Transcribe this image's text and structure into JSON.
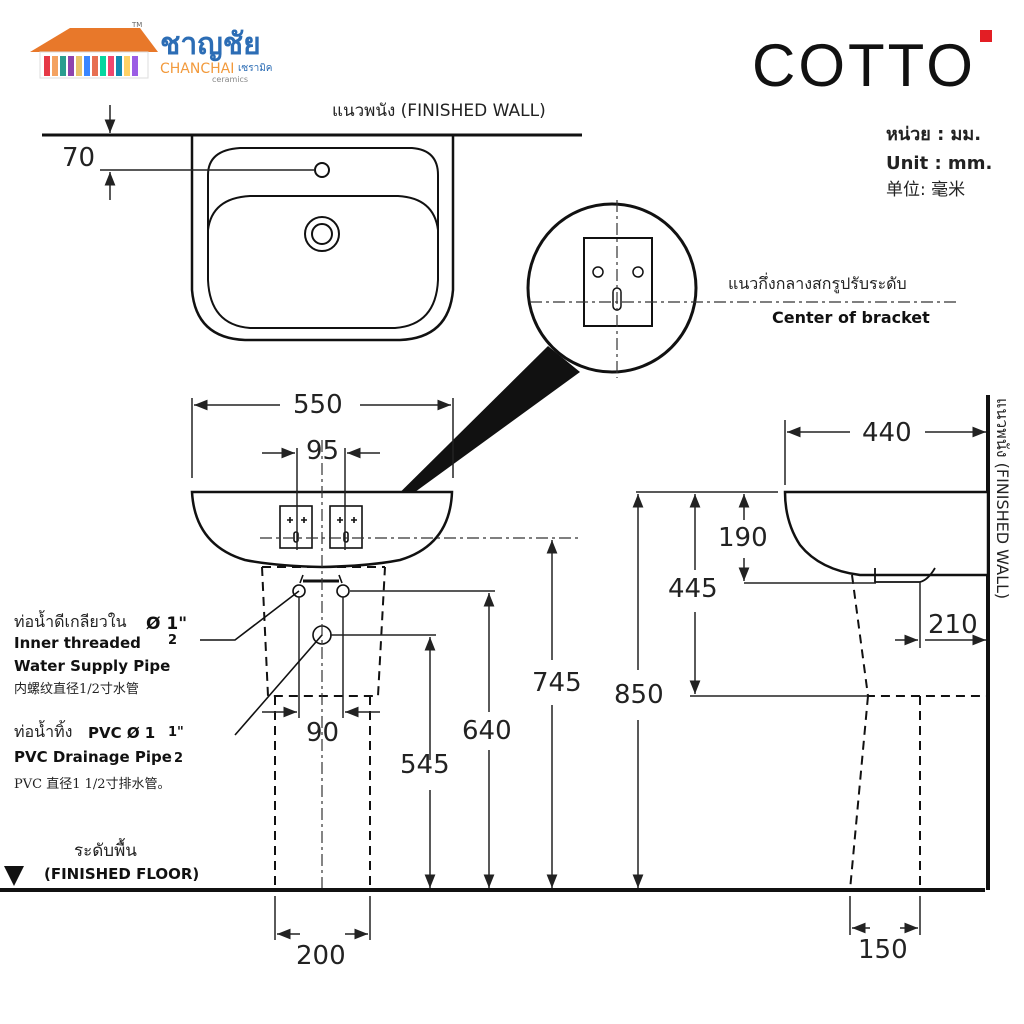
{
  "brand": {
    "dealer_name_thai": "ชาญชัย",
    "dealer_name_en": "CHANCHAI",
    "dealer_sub_thai": "เซรามิค",
    "dealer_sub_en": "ceramics",
    "dealer_tm": "TM",
    "maker_logo": "COTTO",
    "dealer_roof_colors": [
      "#e8782a",
      "#f29a3c"
    ],
    "maker_accent": "#e31e24"
  },
  "units": {
    "thai": "หน่วย : มม.",
    "en": "Unit : mm.",
    "cn": "单位: 毫米"
  },
  "labels": {
    "finished_wall_top": "แนวพนัง (FINISHED WALL)",
    "finished_wall_side": "แนวพนัง (FINISHED WALL)",
    "bracket_thai": "แนวกึ่งกลางสกรูปรับระดับ",
    "bracket_en": "Center of bracket",
    "supply_thai": "ท่อน้ำดีเกลียวใน",
    "supply_symbol": "Ø 1\"",
    "supply_fraction_den": "2",
    "supply_en_1": "Inner threaded",
    "supply_en_2": "Water Supply Pipe",
    "supply_cn": "内螺纹直径1/2寸水管",
    "drain_thai": "ท่อน้ำทิ้ง",
    "drain_en_1": "PVC Ø 1",
    "drain_frac_num": "1\"",
    "drain_frac_den": "2",
    "drain_en_2": "PVC Drainage Pipe",
    "drain_cn": "PVC 直径1 1/2寸排水管。",
    "floor_thai": "ระดับพื้น",
    "floor_en": "(FINISHED FLOOR)"
  },
  "dimensions": {
    "d70": "70",
    "d550": "550",
    "d95": "95",
    "d90": "90",
    "d200": "200",
    "d545": "545",
    "d640": "640",
    "d745": "745",
    "d850": "850",
    "d440": "440",
    "d190": "190",
    "d445": "445",
    "d210": "210",
    "d150": "150"
  }
}
